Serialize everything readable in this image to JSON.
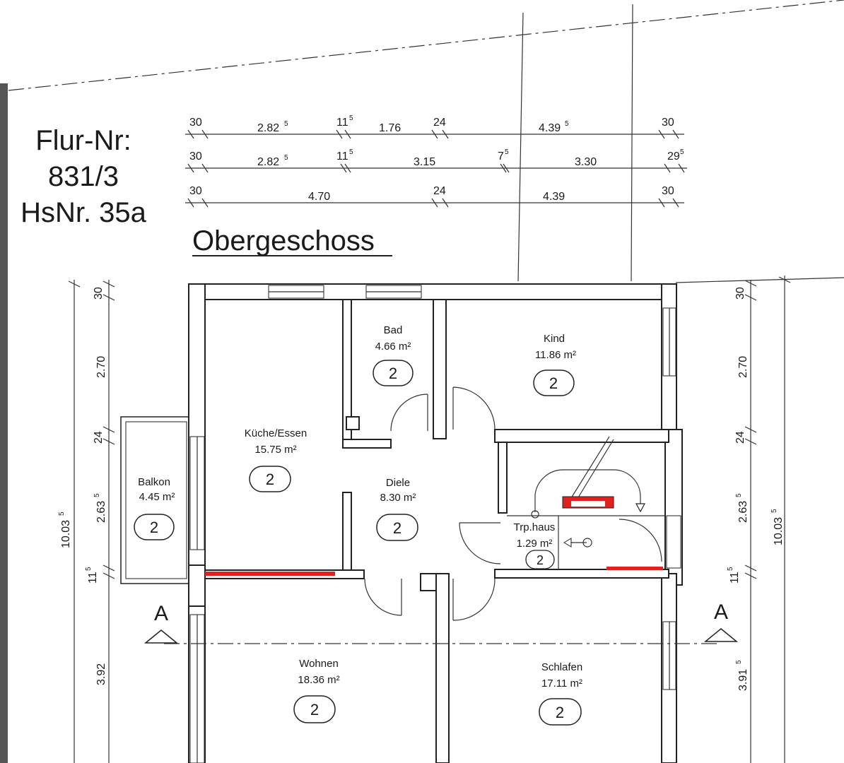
{
  "header": {
    "flur_line1": "Flur-Nr:",
    "flur_line2": "831/3",
    "hs_line": "HsNr. 35a",
    "floor_title": "Obergeschoss"
  },
  "dims_top": {
    "row1": [
      "30",
      "2.82",
      "5",
      "11",
      "5",
      "1.76",
      "24",
      "4.39",
      "5",
      "30"
    ],
    "row2": [
      "30",
      "2.82",
      "5",
      "11",
      "5",
      "3.15",
      "7",
      "5",
      "3.30",
      "29",
      "5"
    ],
    "row3": [
      "30",
      "4.70",
      "24",
      "4.39",
      "30"
    ]
  },
  "dims_left": [
    "30",
    "2.70",
    "24",
    "2.63",
    "5",
    "11",
    "5",
    "3.92",
    "10.03",
    "5"
  ],
  "dims_right": [
    "30",
    "2.70",
    "24",
    "2.63",
    "5",
    "11",
    "5",
    "3.91",
    "5",
    "10.03",
    "5"
  ],
  "section_label": "A",
  "rooms": [
    {
      "name": "Bad",
      "area": "4.66 m²",
      "badge": "2"
    },
    {
      "name": "Kind",
      "area": "11.86 m²",
      "badge": "2"
    },
    {
      "name": "Küche/Essen",
      "area": "15.75 m²",
      "badge": "2"
    },
    {
      "name": "Diele",
      "area": "8.30 m²",
      "badge": "2"
    },
    {
      "name": "Balkon",
      "area": "4.45 m²",
      "badge": "2"
    },
    {
      "name": "Trp.haus",
      "area": "1.29 m²",
      "badge": "2"
    },
    {
      "name": "Wohnen",
      "area": "18.36 m²",
      "badge": "2"
    },
    {
      "name": "Schlafen",
      "area": "17.11 m²",
      "badge": "2"
    }
  ],
  "colors": {
    "accent": "#e0211d",
    "line": "#222222"
  }
}
